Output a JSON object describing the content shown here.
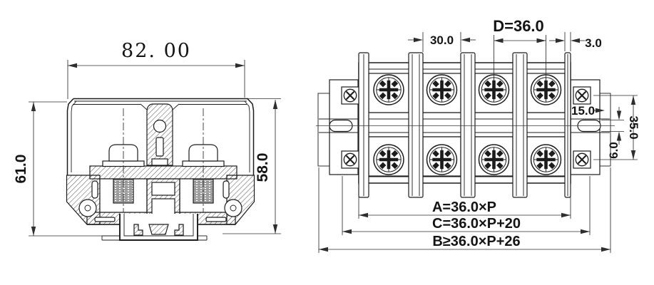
{
  "front_view": {
    "width_label": "82. 00",
    "total_height_label": "61.0",
    "body_height_label": "58.0"
  },
  "top_view": {
    "pole_gap_label": "30.0",
    "pitch_label": "D=36.0",
    "barrier_label": "3.0",
    "slot_offset_label": "15.0",
    "slot_height_label": "6.0",
    "mount_span_label": "35.0",
    "formula_a": "A=36.0×P",
    "formula_c": "C=36.0×P+20",
    "formula_b": "B≥36.0×P+26"
  }
}
